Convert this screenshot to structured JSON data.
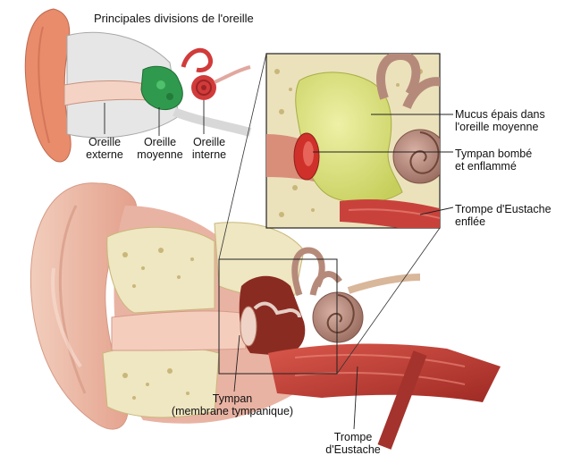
{
  "title": "Principales divisions de l'oreille",
  "top_labels": {
    "outer_1": "Oreille",
    "outer_2": "externe",
    "middle_1": "Oreille",
    "middle_2": "moyenne",
    "inner_1": "Oreille",
    "inner_2": "interne"
  },
  "inset_labels": {
    "mucus_1": "Mucus épais dans",
    "mucus_2": "l'oreille moyenne",
    "drum_1": "Tympan bombé",
    "drum_2": "et enflammé",
    "tube_1": "Trompe d'Eustache",
    "tube_2": "enflée"
  },
  "bottom_labels": {
    "tympan_1": "Tympan",
    "tympan_2": "(membrane tympanique)",
    "trompe_1": "Trompe",
    "trompe_2": "d'Eustache"
  },
  "colors": {
    "skin": "#f0c2b0",
    "skin_dark": "#d98e7a",
    "bone": "#efe6c2",
    "bone_pore": "#c9b77a",
    "middle_green": "#2f9a4d",
    "inner_red": "#d23b3b",
    "cochlea": "#b68a7a",
    "mucus": "#d8df7a",
    "muscle": "#c8423b",
    "cavity": "#8a2b22",
    "line": "#222222"
  }
}
